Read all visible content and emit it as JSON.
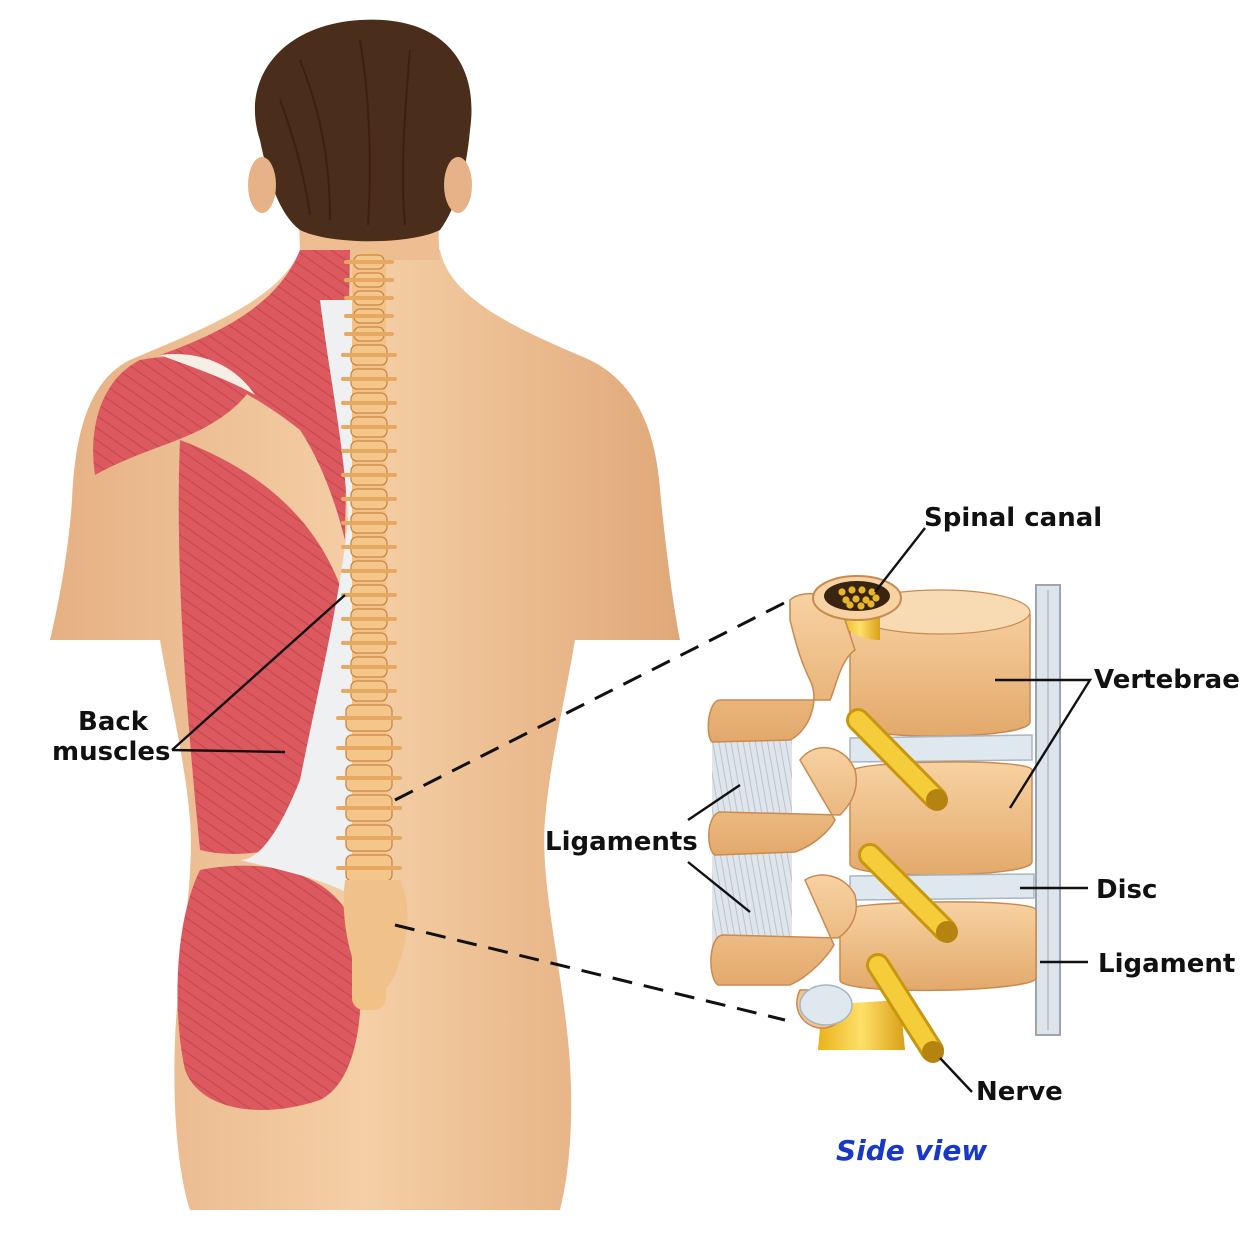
{
  "labels": {
    "back_muscles_line1": "Back",
    "back_muscles_line2": "muscles",
    "spinal_canal": "Spinal canal",
    "vertebrae": "Vertebrae",
    "ligaments": "Ligaments",
    "disc": "Disc",
    "ligament": "Ligament",
    "nerve": "Nerve",
    "side_view": "Side view"
  },
  "colors": {
    "skin": "#f0c49a",
    "skin_shadow": "#d9a277",
    "hair": "#4a2d1a",
    "muscle": "#d9545a",
    "tendon": "#eef0f2",
    "bone": "#f2c186",
    "bone_dark": "#d49a5c",
    "nerve": "#f0c02a",
    "disc": "#dfe8ef",
    "caption": "#1838c8"
  }
}
